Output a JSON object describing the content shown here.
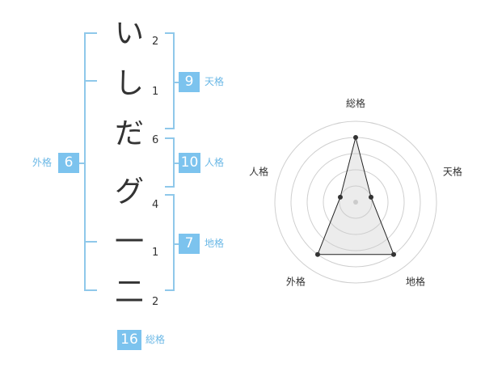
{
  "name": {
    "chars": [
      {
        "char": "い",
        "strokes": "2"
      },
      {
        "char": "し",
        "strokes": "1"
      },
      {
        "char": "だ",
        "strokes": "6"
      },
      {
        "char": "グ",
        "strokes": "4"
      },
      {
        "char": "一",
        "strokes": "1"
      },
      {
        "char": "二",
        "strokes": "2"
      }
    ]
  },
  "fortune": {
    "tenkaku": {
      "value": "9",
      "label": "天格"
    },
    "jinkaku": {
      "value": "10",
      "label": "人格"
    },
    "chikaku": {
      "value": "7",
      "label": "地格"
    },
    "gaikaku": {
      "value": "6",
      "label": "外格"
    },
    "soukaku": {
      "value": "16",
      "label": "総格"
    }
  },
  "colors": {
    "accent": "#7cc3ee",
    "bracket": "#8fc8ea",
    "text": "#333333"
  },
  "chart_data": {
    "type": "radar",
    "axes": [
      "総格",
      "天格",
      "地格",
      "外格",
      "人格"
    ],
    "values": [
      4,
      1,
      4,
      4,
      1
    ],
    "rmax": 5
  }
}
